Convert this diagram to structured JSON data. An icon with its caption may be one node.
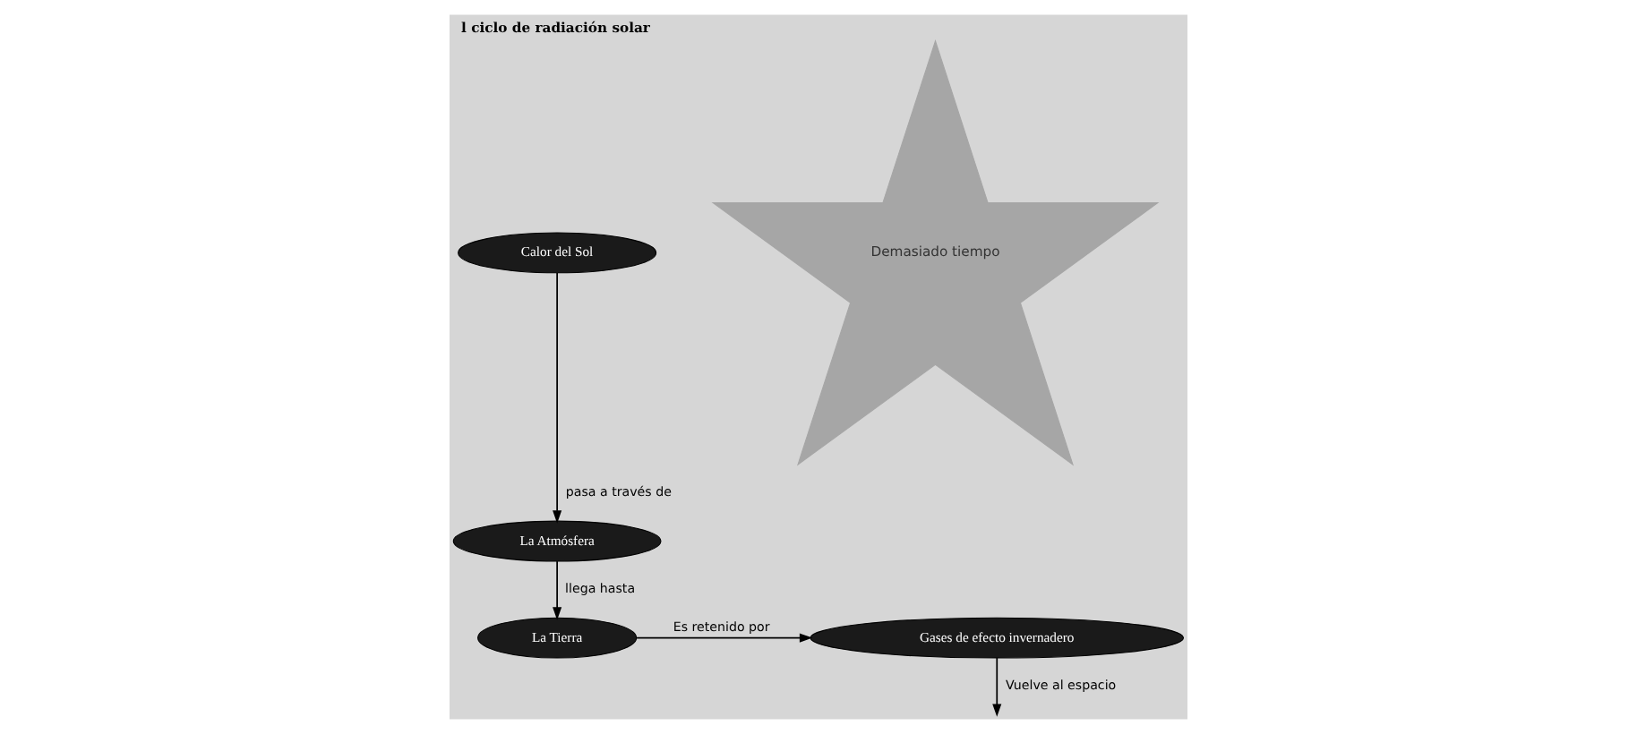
{
  "diagram": {
    "title": "l ciclo de radiación solar",
    "nodes": [
      {
        "text": [
          "Calor del Sol"
        ]
      },
      {
        "text": [
          "La Atmósfera"
        ]
      },
      {
        "text": [
          "La Tierra"
        ]
      },
      {
        "text": [
          "Gases de efecto invernadero"
        ]
      },
      {
        "text": [
          "Demasiado tiempo"
        ]
      }
    ],
    "edges": [
      {
        "from": 0,
        "to": 1,
        "arrow": "to",
        "label": "pasa a través de"
      },
      {
        "from": 1,
        "to": 2,
        "arrow": "to",
        "label": "llega hasta"
      },
      {
        "from": 2,
        "to": 3,
        "arrow": "to",
        "label": "Es retenido por"
      },
      {
        "from": 3,
        "to": null,
        "arrow": "to",
        "label": "Vuelve al espacio"
      }
    ]
  }
}
